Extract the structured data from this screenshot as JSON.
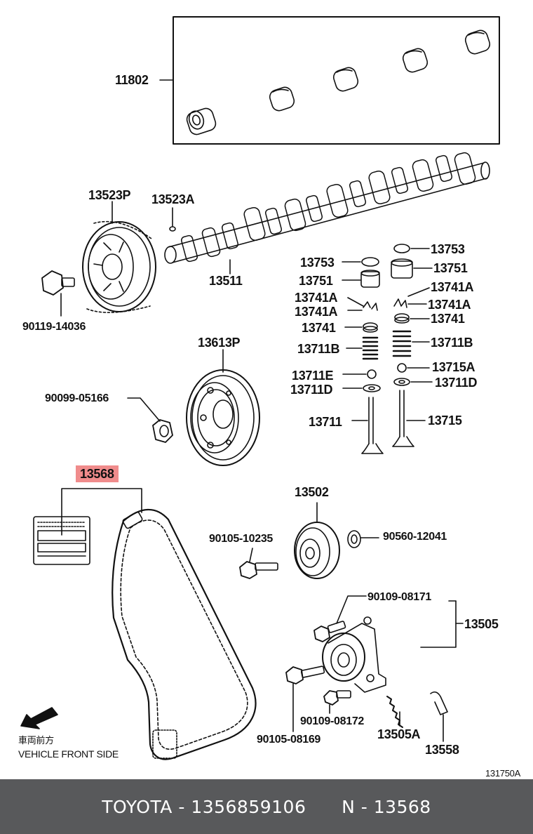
{
  "labels": {
    "p11802": "11802",
    "p13523P": "13523P",
    "p13523A": "13523A",
    "p13511": "13511",
    "p90119": "90119-14036",
    "p13753L": "13753",
    "p13751L": "13751",
    "p13741AL1": "13741A",
    "p13741AL2": "13741A",
    "p13741L": "13741",
    "p13711BL": "13711B",
    "p13711E": "13711E",
    "p13711DL": "13711D",
    "p13711": "13711",
    "p13753R": "13753",
    "p13751R": "13751",
    "p13741AR1": "13741A",
    "p13741AR2": "13741A",
    "p13741R": "13741",
    "p13711BR": "13711B",
    "p13715A": "13715A",
    "p13711DR": "13711D",
    "p13715": "13715",
    "p13613P": "13613P",
    "p90099": "90099-05166",
    "p13568": "13568",
    "p13502": "13502",
    "p90105a": "90105-10235",
    "p90560": "90560-12041",
    "p90109a": "90109-08171",
    "p13505": "13505",
    "p90109b": "90109-08172",
    "p90105b": "90105-08169",
    "p13505A": "13505A",
    "p13558": "13558",
    "front_jp": "車両前方",
    "front_en": "VEHICLE FRONT SIDE",
    "drawing_no": "131750A"
  },
  "footer": {
    "brand": "TOYOTA",
    "sep1": " - ",
    "part_number": "1356859106",
    "spacer": "      ",
    "ref_prefix": "N",
    "sep2": " - ",
    "ref_number": "13568"
  },
  "colors": {
    "highlight": "#f08c8c",
    "footer_bg": "#58595b"
  }
}
